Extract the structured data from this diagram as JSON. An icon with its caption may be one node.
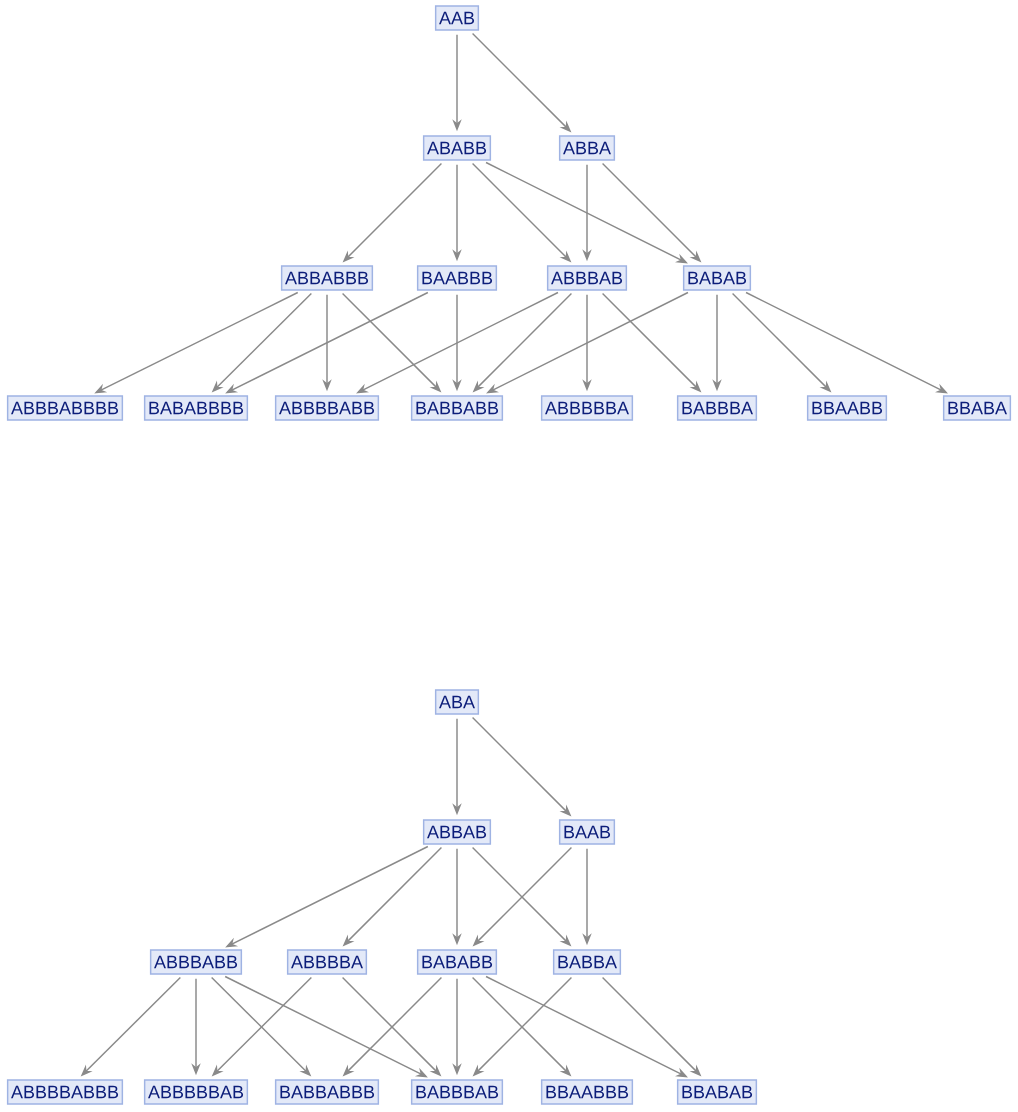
{
  "diagram": {
    "nodes": [
      {
        "text": [
          "AAB"
        ]
      },
      {
        "text": [
          "ABABB"
        ]
      },
      {
        "text": [
          "ABBA"
        ]
      },
      {
        "text": [
          "ABBABBB"
        ]
      },
      {
        "text": [
          "BAABBB"
        ]
      },
      {
        "text": [
          "ABBBAB"
        ]
      },
      {
        "text": [
          "BABAB"
        ]
      },
      {
        "text": [
          "ABBBABBBB"
        ]
      },
      {
        "text": [
          "BABABBBB"
        ]
      },
      {
        "text": [
          "ABBBBABB"
        ]
      },
      {
        "text": [
          "BABBABB"
        ]
      },
      {
        "text": [
          "ABBBBBA"
        ]
      },
      {
        "text": [
          "BABBBA"
        ]
      },
      {
        "text": [
          "BBAABB"
        ]
      },
      {
        "text": [
          "BBABA"
        ]
      },
      {
        "text": [
          "ABA"
        ]
      },
      {
        "text": [
          "ABBAB"
        ]
      },
      {
        "text": [
          "BAAB"
        ]
      },
      {
        "text": [
          "ABBBABB"
        ]
      },
      {
        "text": [
          "ABBBBA"
        ]
      },
      {
        "text": [
          "BABABB"
        ]
      },
      {
        "text": [
          "BABBA"
        ]
      },
      {
        "text": [
          "ABBBBABBB"
        ]
      },
      {
        "text": [
          "ABBBBBAB"
        ]
      },
      {
        "text": [
          "BABBABBB"
        ]
      },
      {
        "text": [
          "BABBBAB"
        ]
      },
      {
        "text": [
          "BBAABBB"
        ]
      },
      {
        "text": [
          "BBABAB"
        ]
      }
    ],
    "edges": [
      {
        "from": 0,
        "to": 1,
        "arrow": "to"
      },
      {
        "from": 0,
        "to": 2,
        "arrow": "to"
      },
      {
        "from": 1,
        "to": 3,
        "arrow": "to"
      },
      {
        "from": 1,
        "to": 4,
        "arrow": "to"
      },
      {
        "from": 1,
        "to": 5,
        "arrow": "to"
      },
      {
        "from": 1,
        "to": 6,
        "arrow": "to"
      },
      {
        "from": 2,
        "to": 5,
        "arrow": "to"
      },
      {
        "from": 2,
        "to": 6,
        "arrow": "to"
      },
      {
        "from": 3,
        "to": 7,
        "arrow": "to"
      },
      {
        "from": 3,
        "to": 8,
        "arrow": "to"
      },
      {
        "from": 3,
        "to": 9,
        "arrow": "to"
      },
      {
        "from": 3,
        "to": 10,
        "arrow": "to"
      },
      {
        "from": 4,
        "to": 8,
        "arrow": "to"
      },
      {
        "from": 4,
        "to": 10,
        "arrow": "to"
      },
      {
        "from": 5,
        "to": 9,
        "arrow": "to"
      },
      {
        "from": 5,
        "to": 10,
        "arrow": "to"
      },
      {
        "from": 5,
        "to": 11,
        "arrow": "to"
      },
      {
        "from": 5,
        "to": 12,
        "arrow": "to"
      },
      {
        "from": 6,
        "to": 10,
        "arrow": "to"
      },
      {
        "from": 6,
        "to": 12,
        "arrow": "to"
      },
      {
        "from": 6,
        "to": 13,
        "arrow": "to"
      },
      {
        "from": 6,
        "to": 14,
        "arrow": "to"
      },
      {
        "from": 15,
        "to": 16,
        "arrow": "to"
      },
      {
        "from": 15,
        "to": 17,
        "arrow": "to"
      },
      {
        "from": 16,
        "to": 18,
        "arrow": "to"
      },
      {
        "from": 16,
        "to": 19,
        "arrow": "to"
      },
      {
        "from": 16,
        "to": 20,
        "arrow": "to"
      },
      {
        "from": 16,
        "to": 21,
        "arrow": "to"
      },
      {
        "from": 17,
        "to": 20,
        "arrow": "to"
      },
      {
        "from": 17,
        "to": 21,
        "arrow": "to"
      },
      {
        "from": 18,
        "to": 22,
        "arrow": "to"
      },
      {
        "from": 18,
        "to": 23,
        "arrow": "to"
      },
      {
        "from": 18,
        "to": 24,
        "arrow": "to"
      },
      {
        "from": 18,
        "to": 25,
        "arrow": "to"
      },
      {
        "from": 19,
        "to": 23,
        "arrow": "to"
      },
      {
        "from": 19,
        "to": 25,
        "arrow": "to"
      },
      {
        "from": 20,
        "to": 24,
        "arrow": "to"
      },
      {
        "from": 20,
        "to": 25,
        "arrow": "to"
      },
      {
        "from": 20,
        "to": 26,
        "arrow": "to"
      },
      {
        "from": 20,
        "to": 27,
        "arrow": "to"
      },
      {
        "from": 21,
        "to": 25,
        "arrow": "to"
      },
      {
        "from": 21,
        "to": 27,
        "arrow": "to"
      }
    ]
  }
}
